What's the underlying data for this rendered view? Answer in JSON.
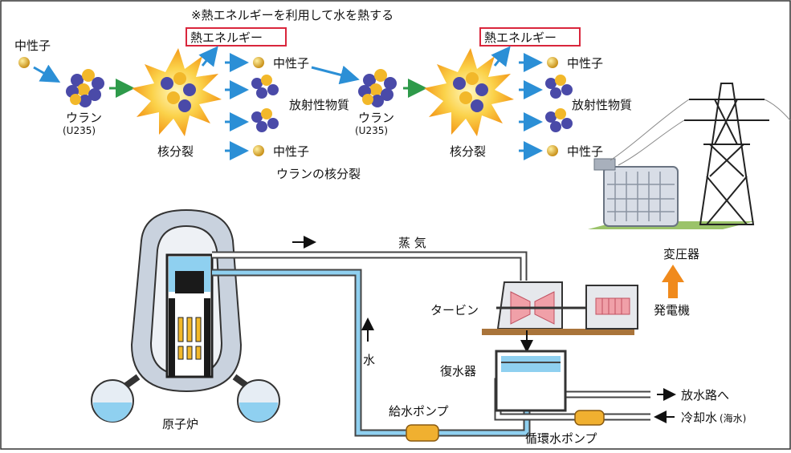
{
  "fission": {
    "note": "※熱エネルギーを利用して水を熱する",
    "neutron_in": "中性子",
    "uranium1": "ウラン",
    "u235_1": "(U235)",
    "heat1": "熱エネルギー",
    "fission1": "核分裂",
    "neutron1": "中性子",
    "radioactive1": "放射性物質",
    "neutron2": "中性子",
    "caption": "ウランの核分裂",
    "uranium2": "ウラン",
    "u235_2": "(U235)",
    "heat2": "熱エネルギー",
    "fission2": "核分裂",
    "neutron3": "中性子",
    "radioactive2": "放射性物質",
    "neutron4": "中性子"
  },
  "plant": {
    "steam": "蒸 気",
    "water": "水",
    "turbine": "タービン",
    "generator": "発電機",
    "transformer": "変圧器",
    "condenser": "復水器",
    "feed_pump": "給水ポンプ",
    "circ_pump": "循環水ポンプ",
    "reactor": "原子炉",
    "outfall": "放水路へ",
    "cooling": "冷却水",
    "cooling_sub": "(海水)"
  },
  "colors": {
    "uranium_blue": "#4a4aa8",
    "fission_gold": "#f2b82a",
    "arrow_blue": "#2b8fd6",
    "arrow_green": "#2e9a4a",
    "heat_frame": "#d9263c",
    "water_blue": "#8fd0f0",
    "pump_orange": "#f0b030",
    "generator_arrow": "#f08a1c"
  }
}
